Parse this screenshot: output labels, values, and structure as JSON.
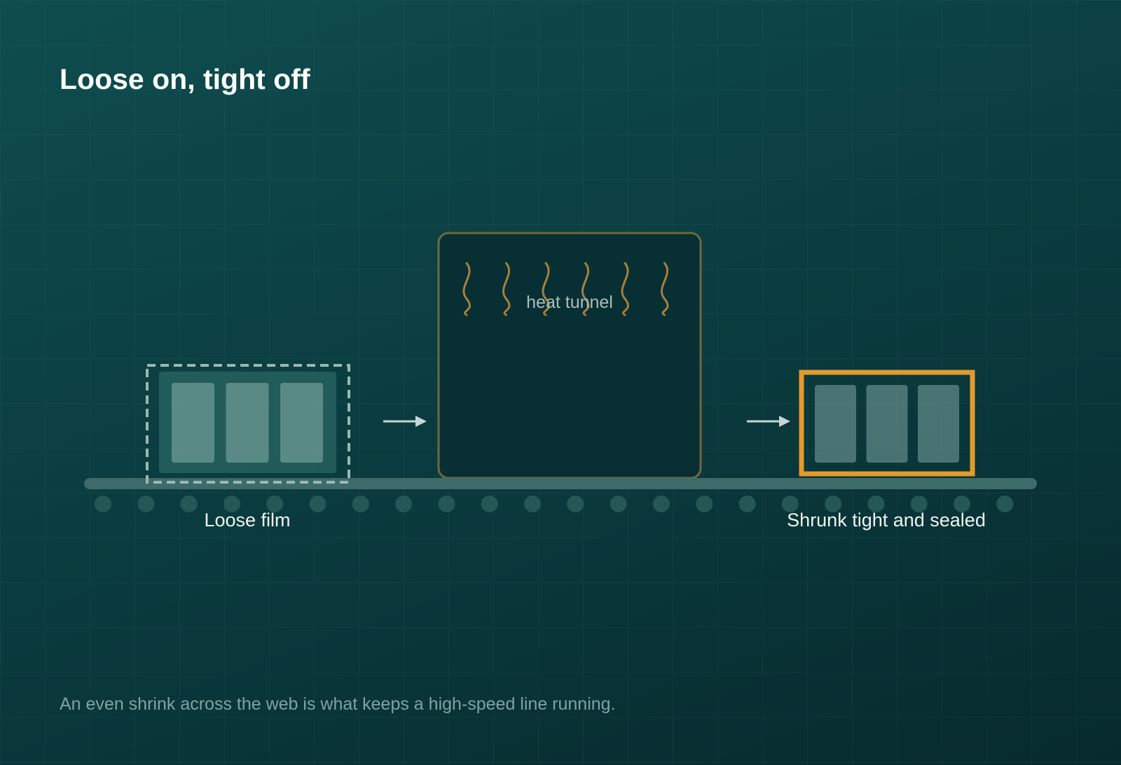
{
  "title": "Loose on, tight off",
  "stages": {
    "loose": {
      "label": "Loose film",
      "items": 3
    },
    "tunnel": {
      "label": "heat tunnel",
      "waves": 6
    },
    "sealed": {
      "label": "Shrunk tight and sealed",
      "items": 3
    }
  },
  "caption": "An even shrink across the web is what keeps a high-speed line running.",
  "conveyor": {
    "rollers": 22
  },
  "colors": {
    "accent": "#e39a2d",
    "heat_wave": "#a5803d",
    "tunnel_border": "#6e6a3e",
    "product": "#8ab0ab"
  }
}
